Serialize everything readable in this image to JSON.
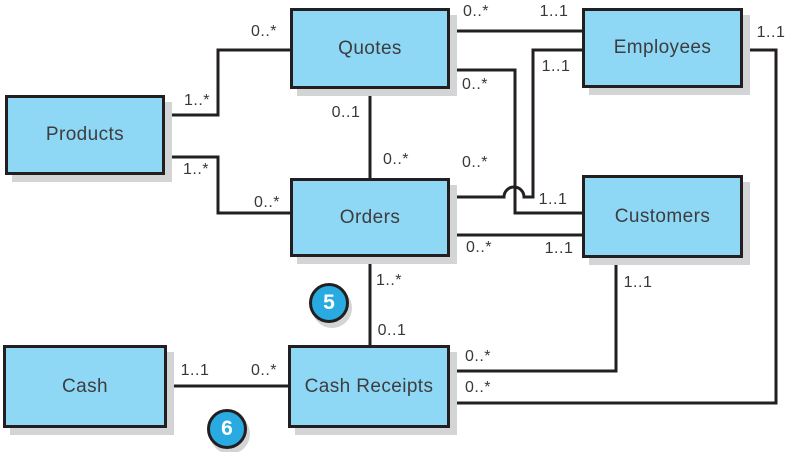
{
  "diagram": {
    "type": "entity-relationship-diagram",
    "entities": [
      {
        "id": "products",
        "label": "Products"
      },
      {
        "id": "quotes",
        "label": "Quotes"
      },
      {
        "id": "orders",
        "label": "Orders"
      },
      {
        "id": "employees",
        "label": "Employees"
      },
      {
        "id": "customers",
        "label": "Customers"
      },
      {
        "id": "cash",
        "label": "Cash"
      },
      {
        "id": "cash_receipts",
        "label": "Cash Receipts"
      }
    ],
    "relationships": [
      {
        "from": "Products",
        "to": "Quotes",
        "from_card": "1..*",
        "to_card": "0..*"
      },
      {
        "from": "Products",
        "to": "Orders",
        "from_card": "1..*",
        "to_card": "0..*"
      },
      {
        "from": "Quotes",
        "to": "Orders",
        "from_card": "0..1",
        "to_card": "0..*"
      },
      {
        "from": "Quotes",
        "to": "Employees",
        "from_card": "0..*",
        "to_card": "1..1"
      },
      {
        "from": "Quotes",
        "to": "Customers",
        "from_card": "0..*",
        "to_card": "1..1"
      },
      {
        "from": "Orders",
        "to": "Employees",
        "from_card": "0..*",
        "to_card": "1..1"
      },
      {
        "from": "Orders",
        "to": "Customers",
        "from_card": "0..*",
        "to_card": "1..1"
      },
      {
        "from": "Orders",
        "to": "Cash Receipts",
        "from_card": "1..*",
        "to_card": "0..1"
      },
      {
        "from": "Cash",
        "to": "Cash Receipts",
        "from_card": "1..1",
        "to_card": "0..*"
      },
      {
        "from": "Cash Receipts",
        "to": "Customers",
        "from_card": "0..*",
        "to_card": "1..1"
      },
      {
        "from": "Cash Receipts",
        "to": "Employees",
        "from_card": "0..*",
        "to_card": "1..1"
      }
    ],
    "badges": [
      {
        "label": "5"
      },
      {
        "label": "6"
      }
    ],
    "colors": {
      "entity_fill": "#8ed8f6",
      "entity_border": "#231f20",
      "line": "#231f20",
      "shadow": "#d2d4d5",
      "badge_fill": "#29abe2",
      "badge_text": "#ffffff",
      "label_text": "#3d3d3f"
    }
  }
}
